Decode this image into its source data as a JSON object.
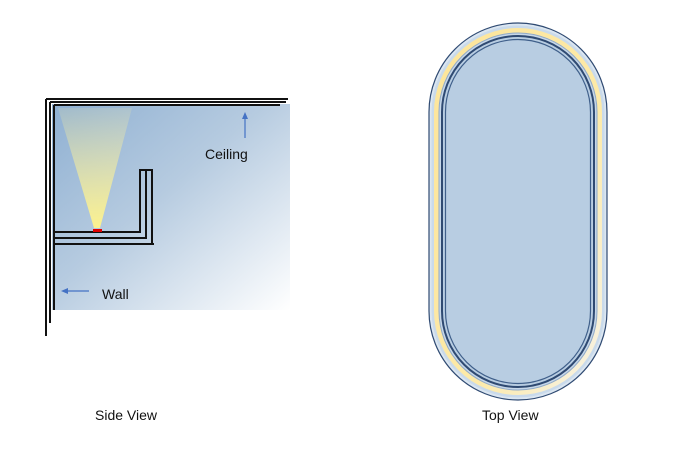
{
  "side_view": {
    "caption": "Side View",
    "ceiling_label": "Ceiling",
    "wall_label": "Wall"
  },
  "top_view": {
    "caption": "Top View"
  },
  "colors": {
    "line": "#111111",
    "arrow": "#4472c4",
    "fill_blue": "#b8cde2",
    "light_beam": "#fff2a0",
    "led": "#e00000",
    "outline_navy": "#2f4a72"
  }
}
